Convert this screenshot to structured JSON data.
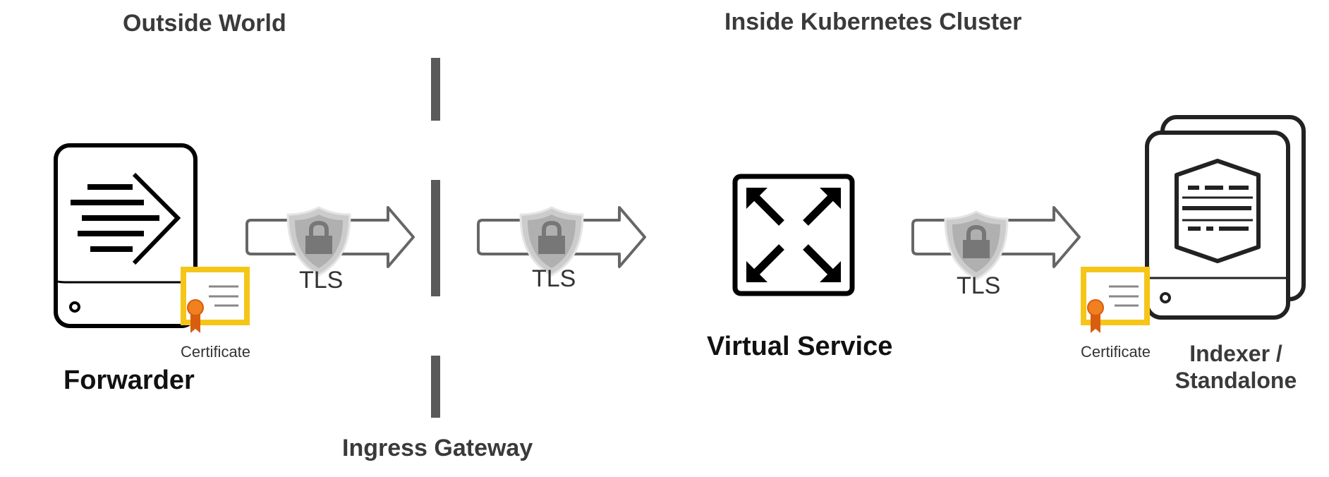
{
  "headings": {
    "outside": "Outside World",
    "inside": "Inside Kubernetes Cluster"
  },
  "nodes": {
    "forwarder": "Forwarder",
    "ingress_gateway": "Ingress Gateway",
    "virtual_service": "Virtual Service",
    "indexer_line1": "Indexer /",
    "indexer_line2": "Standalone"
  },
  "connections": [
    {
      "label": "TLS"
    },
    {
      "label": "TLS"
    },
    {
      "label": "TLS"
    }
  ],
  "certificates": [
    {
      "label": "Certificate"
    },
    {
      "label": "Certificate"
    }
  ],
  "icons": {
    "forwarder": "forwarder-server-icon",
    "certificate": "certificate-icon",
    "lock": "shield-lock-icon",
    "virtual_service": "expand-arrows-icon",
    "indexer": "indexer-stack-icon"
  },
  "colors": {
    "certificate_frame": "#f5c518",
    "ribbon": "#e8731b",
    "shield": "#b8b8b8",
    "gateway_bar": "#5a5a5a"
  }
}
